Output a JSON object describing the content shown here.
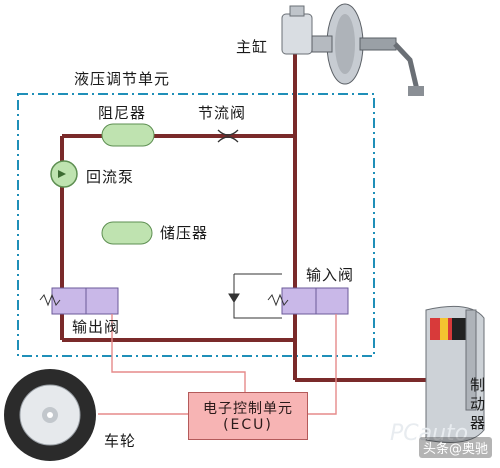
{
  "labels": {
    "master_cylinder": "主缸",
    "hydraulic_unit": "液压调节单元",
    "damper": "阻尼器",
    "throttle_valve": "节流阀",
    "return_pump": "回流泵",
    "accumulator": "储压器",
    "inlet_valve": "输入阀",
    "outlet_valve": "输出阀",
    "ecu_line1": "电子控制单元",
    "ecu_line2": "(ECU)",
    "wheel": "车轮",
    "brake": "制动器",
    "watermark": "头条@奥驰"
  },
  "colors": {
    "pipe": "#7a2a2a",
    "dashed_frame": "#1f8fb8",
    "component_fill": "#bfe3b0",
    "valve_fill": "#c9b8e8",
    "signal_line": "#e58a8a"
  }
}
